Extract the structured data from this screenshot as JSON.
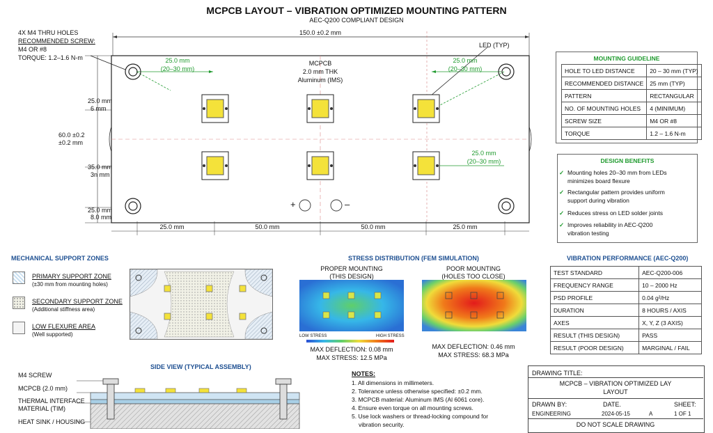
{
  "header": {
    "title": "MCPCB LAYOUT – VIBRATION OPTIMIZED MOUNTING PATTERN",
    "subtitle": "AEC-Q200 COMPLIANT DESIGN"
  },
  "drawing": {
    "overall_width": "150.0 ±0.2 mm",
    "overall_height": "60.0 ±0.2",
    "overall_height_tol": "±0.2 mm",
    "holes_note": [
      "4X M4 THRU HOLES",
      "RECOMMENDED SCREW:",
      "M4 OR #8",
      "TORQUE: 1.2–1.6 N-m"
    ],
    "led_label": "LED (TYP)",
    "board_label": [
      "MCPCB",
      "2.0 mm THK",
      "Aluminum (IMS)"
    ],
    "green_dim_left": [
      "25.0 mm",
      "(20–30 mm)"
    ],
    "green_dim_right_top": [
      "25.0 mm",
      "(20–30 mm)"
    ],
    "green_dim_right_mid": [
      "25.0 mm",
      "(20–30 mm)"
    ],
    "left_dims": [
      {
        "value": "25.0 mm",
        "sub": "6 mm"
      },
      {
        "value": "35.0 mm",
        "sub": "3n mm"
      },
      {
        "value": "25.0 mm",
        "sub": "8.0 mm"
      }
    ],
    "bottom_dims": [
      "25.0 mm",
      "50.0 mm",
      "50.0 mm",
      "25.0 mm"
    ],
    "polarity": [
      "+",
      "–"
    ]
  },
  "mounting_guideline": {
    "title": "MOUNTING GUIDELINE",
    "rows": [
      [
        "HOLE TO LED DISTANCE",
        "20 – 30 mm (TYP)"
      ],
      [
        "RECOMMENDED DISTANCE",
        "25 mm (TYP)"
      ],
      [
        "PATTERN",
        "RECTANGULAR"
      ],
      [
        "NO. OF MOUNTING HOLES",
        "4 (MINIMUM)"
      ],
      [
        "SCREW SIZE",
        "M4 OR #8"
      ],
      [
        "TORQUE",
        "1.2 – 1.6 N-m"
      ]
    ]
  },
  "design_benefits": {
    "title": "DESIGN BENEFITS",
    "items": [
      [
        "Mounting holes 20–30 mm from LEDs",
        "minimizes board flexure"
      ],
      [
        "Rectangular pattern provides uniform",
        "support during vibration"
      ],
      [
        "Reduces stress on LED solder joints"
      ],
      [
        "Improves reliability in AEC-Q200",
        "vibration testing"
      ]
    ]
  },
  "support_zones": {
    "title": "MECHANICAL SUPPORT ZONES",
    "zones": [
      {
        "label": "PRIMARY SUPPORT ZONE",
        "desc": "(±30 mm from mounting holes)"
      },
      {
        "label": "SECONDARY SUPPORT ZONE",
        "desc": "(Additional stiffness area)"
      },
      {
        "label": "LOW FLEXURE AREA",
        "desc": "(Well supported)"
      }
    ]
  },
  "stress": {
    "title": "STRESS DISTRIBUTION (FEM SIMULATION)",
    "proper": {
      "title": "PROPER MOUNTING",
      "sub": "(THIS DESIGN)",
      "deflection": "MAX DEFLECTION: 0.08 mm",
      "stress": "MAX STRESS: 12.5 MPa"
    },
    "poor": {
      "title": "POOR MOUNTING",
      "sub": "(HOLES TOO CLOSE)",
      "deflection": "MAX DEFLECTION: 0.46 mm",
      "stress": "MAX STRESS: 68.3 MPa"
    },
    "scale_low": "LOW STRESS",
    "scale_high": "HIGH STRESS"
  },
  "vibration": {
    "title": "VIBRATION PERFORMANCE (AEC-Q200)",
    "rows": [
      [
        "TEST STANDARD",
        "AEC-Q200-006"
      ],
      [
        "FREQUENCY RANGE",
        "10 – 2000 Hz"
      ],
      [
        "PSD PROFILE",
        "0.04 g²/Hz"
      ],
      [
        "DURATION",
        "8 HOURS / AXIS"
      ],
      [
        "AXES",
        "X, Y, Z (3 AXIS)"
      ],
      [
        "RESULT (THIS DESIGN)",
        "PASS"
      ],
      [
        "RESULT (POOR DESIGN)",
        "MARGINAL / FAIL"
      ]
    ]
  },
  "side_view": {
    "title": "SIDE VIEW (TYPICAL ASSEMBLY)",
    "labels": [
      "M4 SCREW",
      "MCPCB (2.0 mm)",
      "THERMAL INTERFACE",
      "MATERIAL (TIM)",
      "HEAT SINK / HOUSING"
    ]
  },
  "notes": {
    "title": "NOTES:",
    "items": [
      "1. All dimensions in millimeters.",
      "2. Tolerance unless otherwise specified: ±0.2 mm.",
      "3. MCPCB material: Aluminum IMS (Al 6061 core).",
      "4. Ensure even torque on all mounting screws.",
      "5. Use lock washers or thread-locking compound for",
      "vibration security."
    ]
  },
  "title_block": {
    "drawing_title_label": "DRAWING TITLE:",
    "drawing_title": [
      "MCPCB – VIBRATION OPTIMIZED LAY",
      "LAYOUT"
    ],
    "drawn_by_label": "DRAWN BY:",
    "drawn_by": "ENGINEERING",
    "date_label": "DATE.",
    "date": "2024-05-15",
    "rev": "A",
    "sheet_label": "SHEET:",
    "sheet": "1 OF 1",
    "footer": "DO NOT SCALE DRAWING"
  }
}
